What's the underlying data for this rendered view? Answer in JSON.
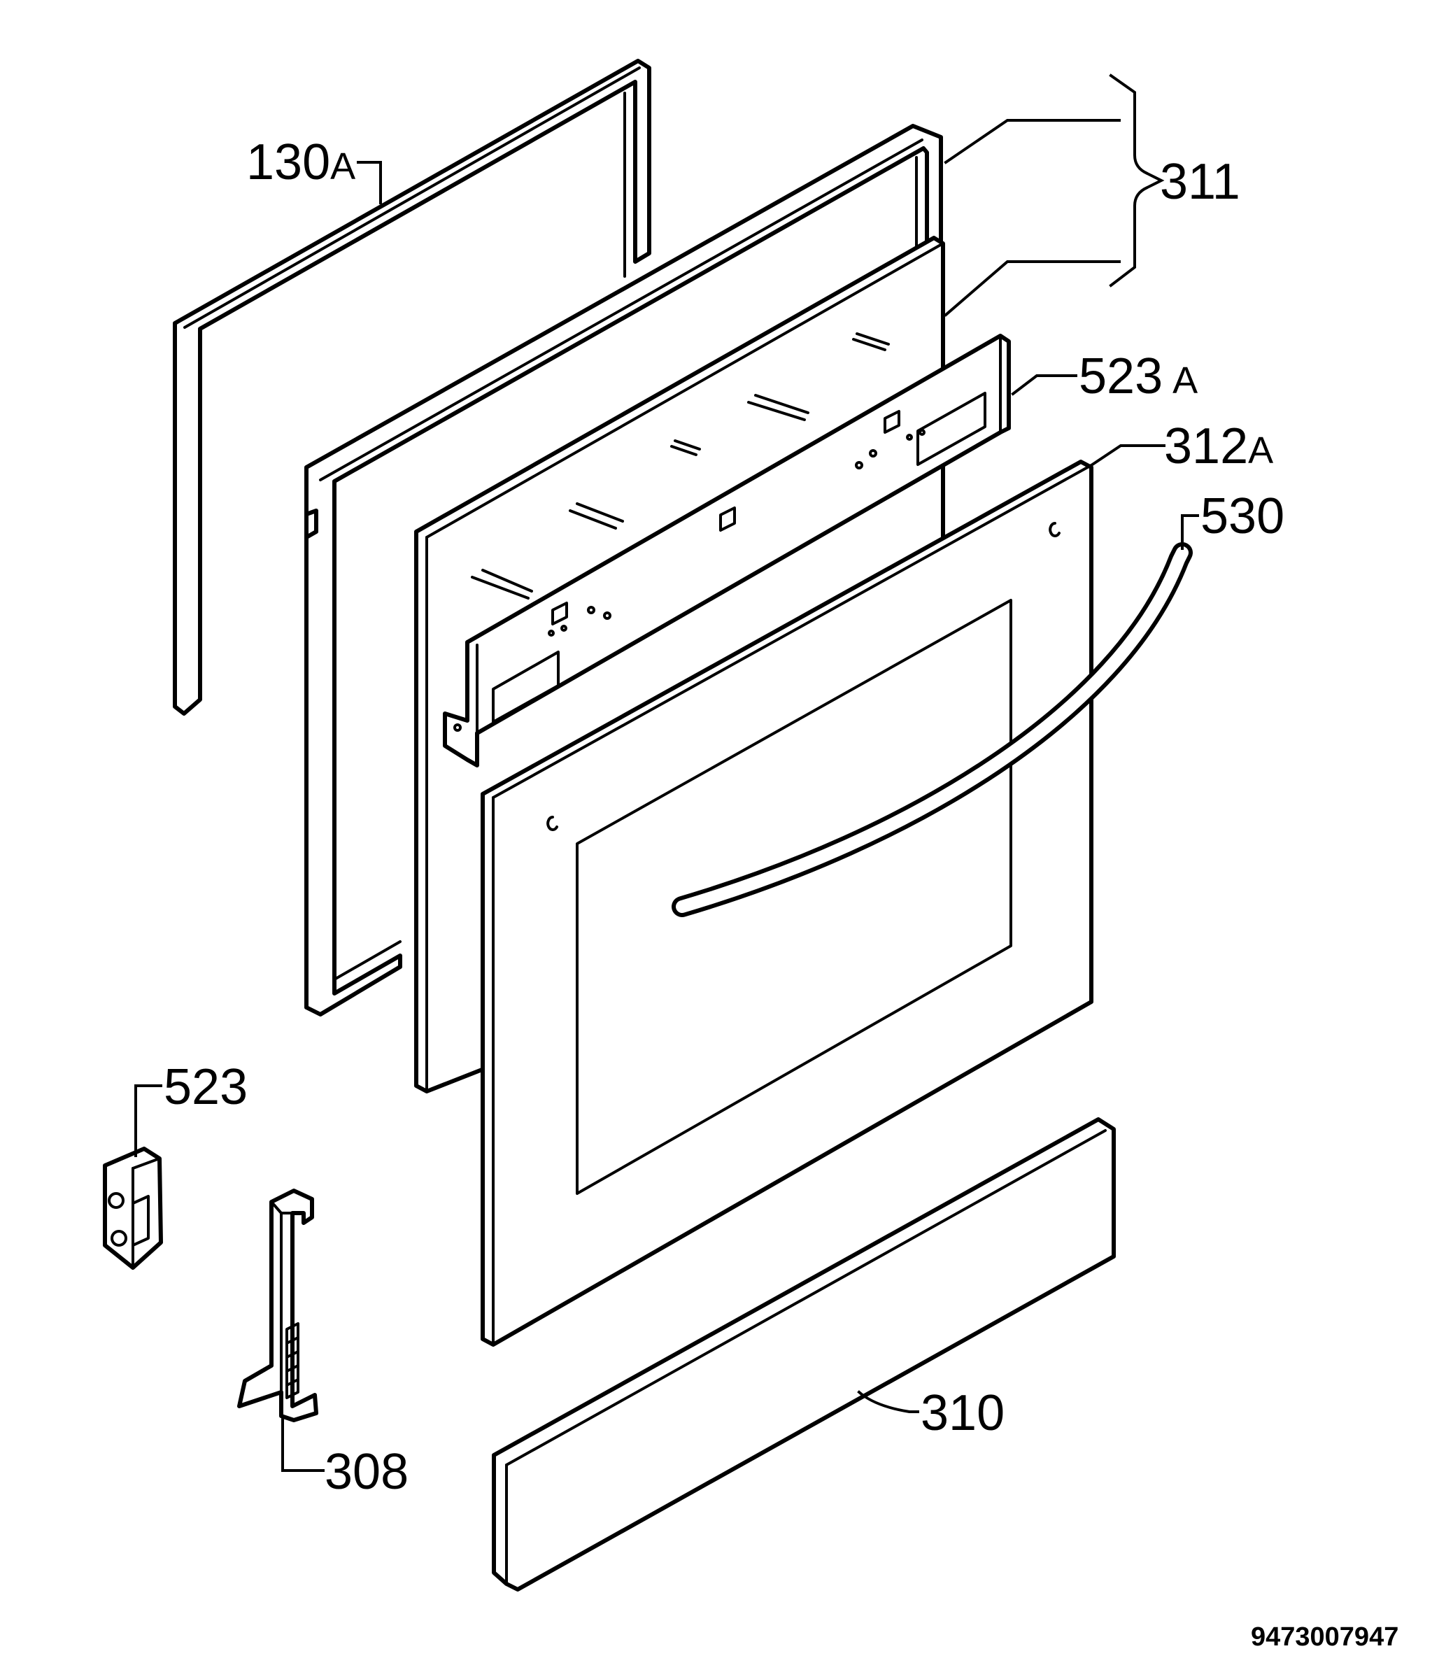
{
  "labels": {
    "p130": {
      "number": "130",
      "suffix": "A"
    },
    "p311": {
      "number": "311",
      "suffix": ""
    },
    "p523a": {
      "number": "523",
      "suffix": "A"
    },
    "p312a": {
      "number": "312",
      "suffix": "A"
    },
    "p530": {
      "number": "530",
      "suffix": ""
    },
    "p523": {
      "number": "523",
      "suffix": ""
    },
    "p308": {
      "number": "308",
      "suffix": ""
    },
    "p310": {
      "number": "310",
      "suffix": ""
    }
  },
  "document_number": "9473007947"
}
